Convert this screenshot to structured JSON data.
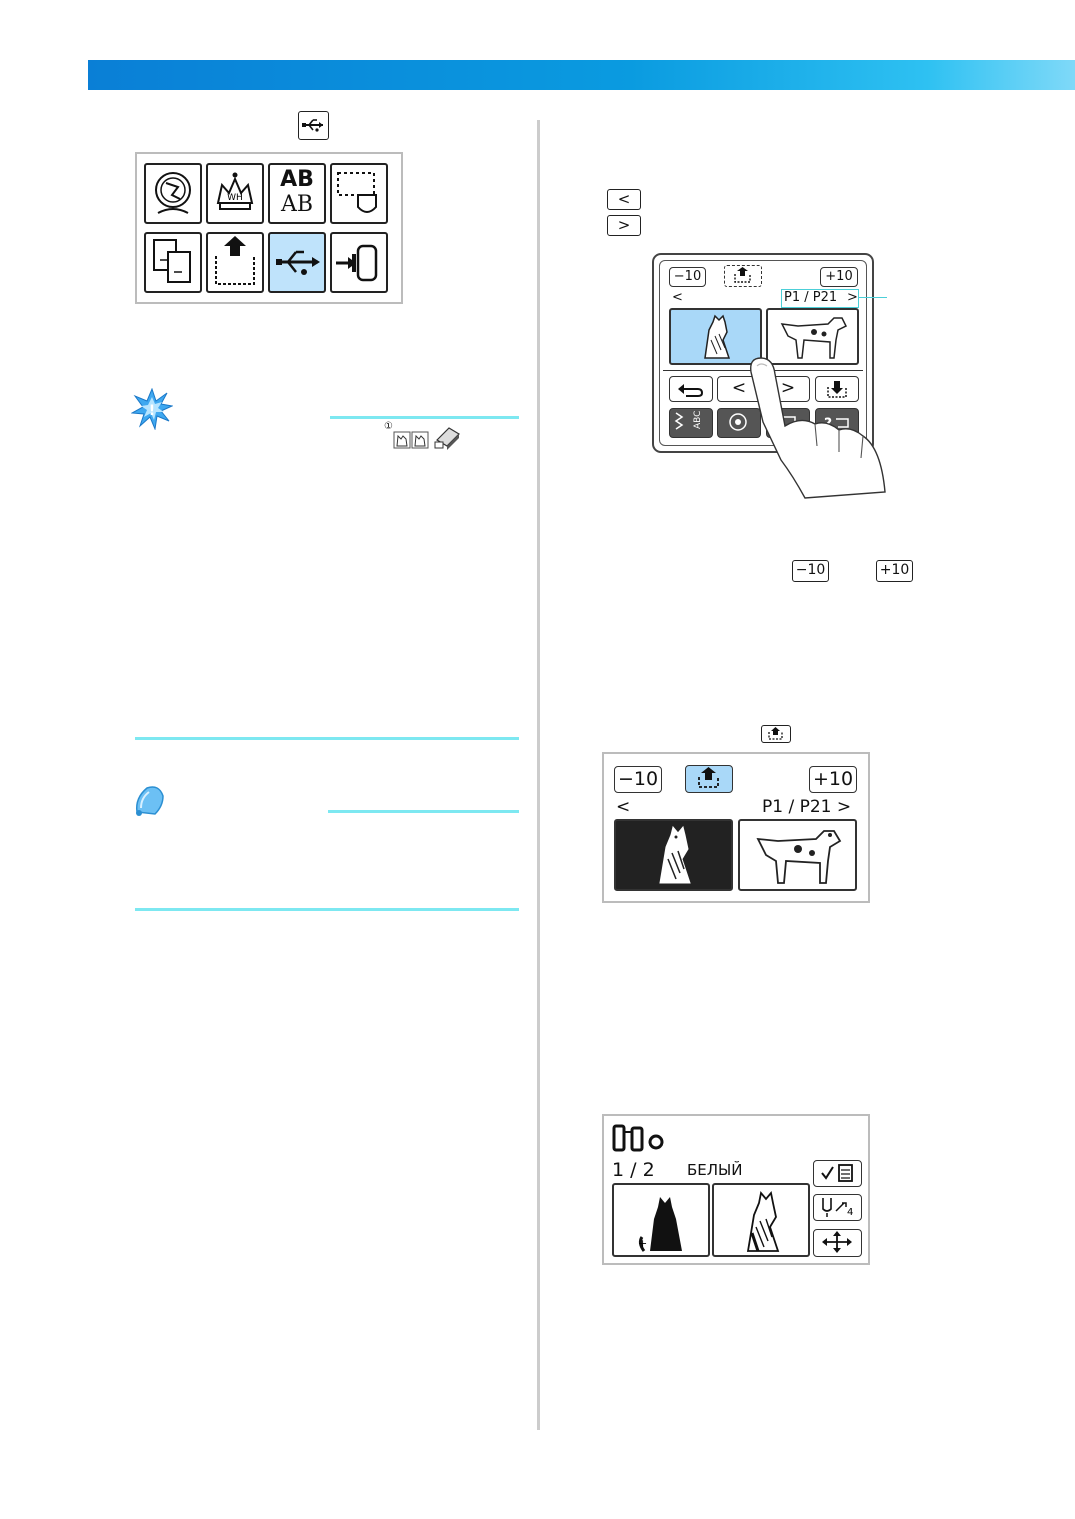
{
  "header": {
    "bar_colors": [
      "#0a7fd6",
      "#2ec1f2",
      "#7fd9f8"
    ]
  },
  "left": {
    "usb_icon_name": "usb-icon",
    "menu_icons": [
      "floral-pattern-icon",
      "crown-pattern-icon",
      "alphabet-icon",
      "frame-pattern-icon",
      "memory-icon",
      "pocket-icon",
      "usb-icon",
      "card-reader-icon"
    ],
    "menu_alphabet_label": [
      "AB",
      "AB"
    ],
    "menu_selected_index": 6,
    "note_marker": "①",
    "accent_color": "#7de8f1"
  },
  "right": {
    "small_buttons": {
      "prev": "<",
      "next": ">"
    },
    "screen1": {
      "minus10": "−10",
      "plus10": "+10",
      "prev_page": "<",
      "page": "P1 / P21",
      "next_page": ">",
      "nav_prev": "<",
      "nav_next": ">"
    },
    "inline_buttons": {
      "minus10": "−10",
      "plus10": "+10"
    },
    "screen2": {
      "minus10": "−10",
      "plus10": "+10",
      "prev_page": "<",
      "page": "P1 / P21 >"
    },
    "screen3": {
      "counter": "1 / 2",
      "color_name": "БЕЛЫЙ"
    }
  }
}
